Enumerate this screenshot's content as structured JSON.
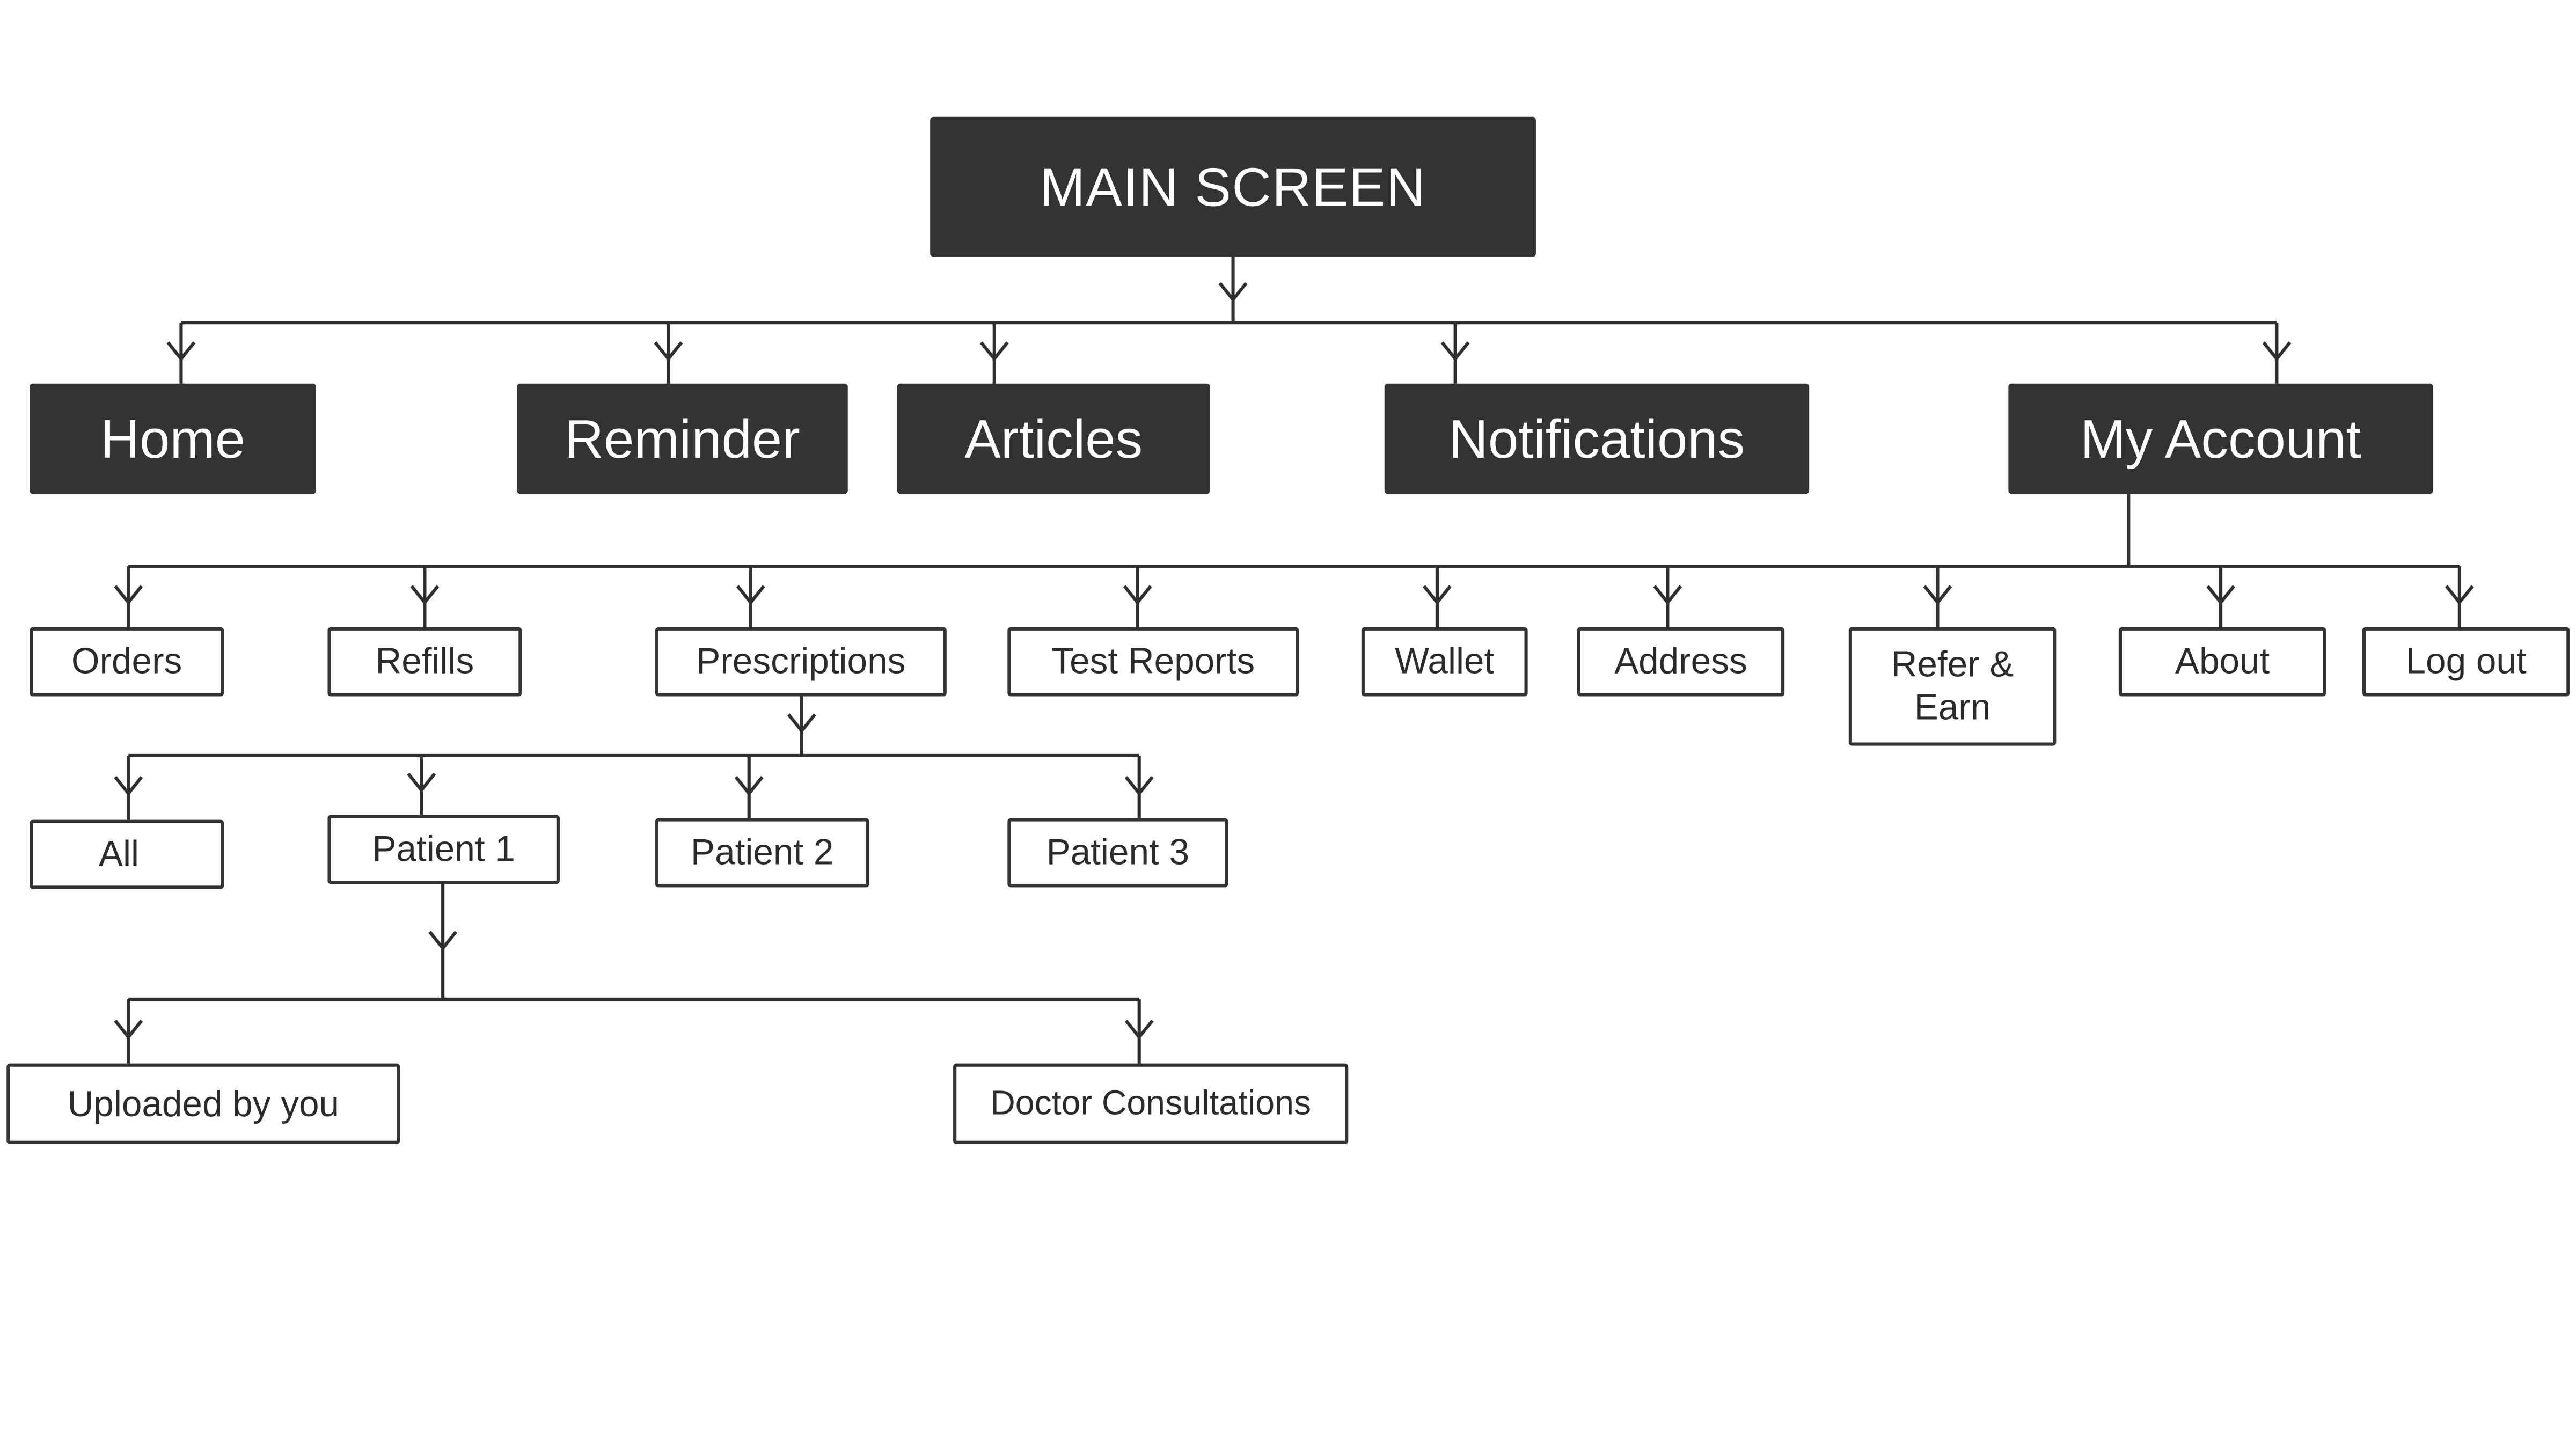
{
  "root": "MAIN SCREEN",
  "level1": [
    "Home",
    "Reminder",
    "Articles",
    "Notifications",
    "My Account"
  ],
  "account_items": [
    "Orders",
    "Refills",
    "Prescriptions",
    "Test Reports",
    "Wallet",
    "Address",
    "Refer & Earn",
    "About",
    "Log out"
  ],
  "prescription_items": [
    "All",
    "Patient 1",
    "Patient 2",
    "Patient 3"
  ],
  "patient1_items": [
    "Uploaded by you",
    "Doctor Consultations"
  ],
  "colors": {
    "dark_node": "#333333",
    "line": "#2f2f2f",
    "background": "#ffffff"
  }
}
